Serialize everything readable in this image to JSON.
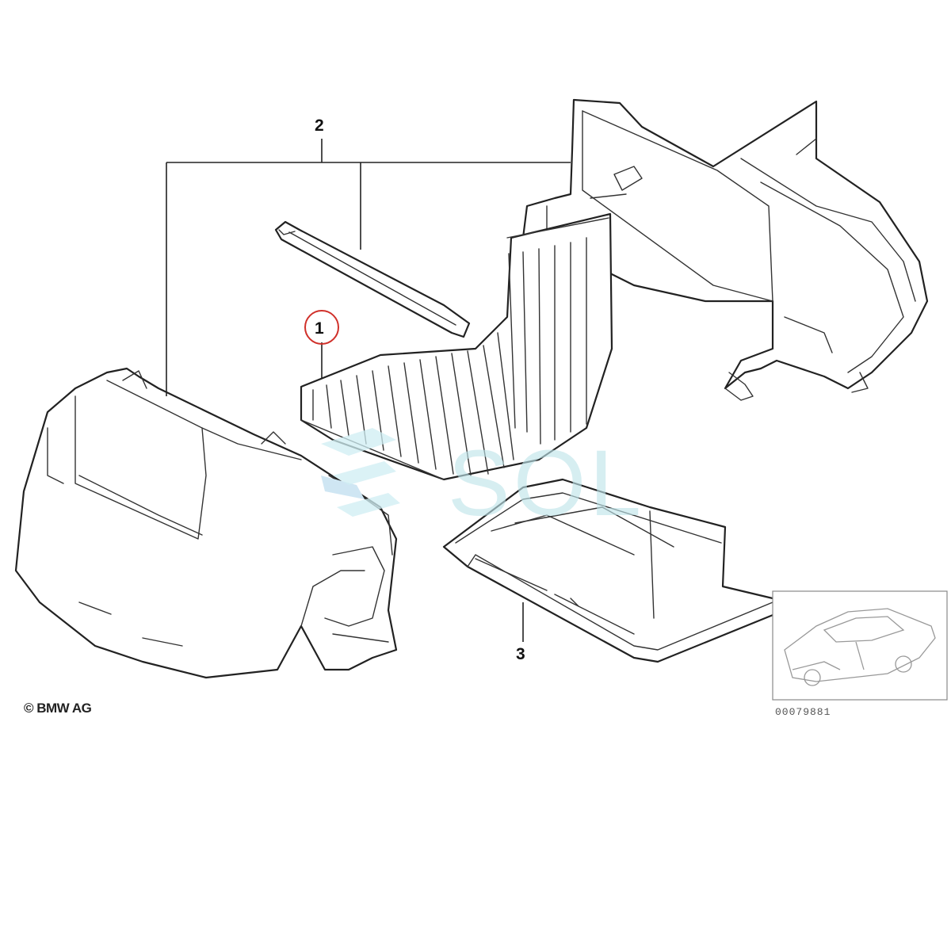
{
  "callouts": {
    "part_1": "1",
    "part_2": "2",
    "part_3": "3"
  },
  "copyright": "© BMW AG",
  "diagram_id": "00079881",
  "watermark": "SOL",
  "colors": {
    "highlight_circle": "#d0302a",
    "line": "#222222",
    "watermark": "#9fd7e1"
  },
  "icons": {
    "thumbnail": "car-silhouette-icon"
  }
}
